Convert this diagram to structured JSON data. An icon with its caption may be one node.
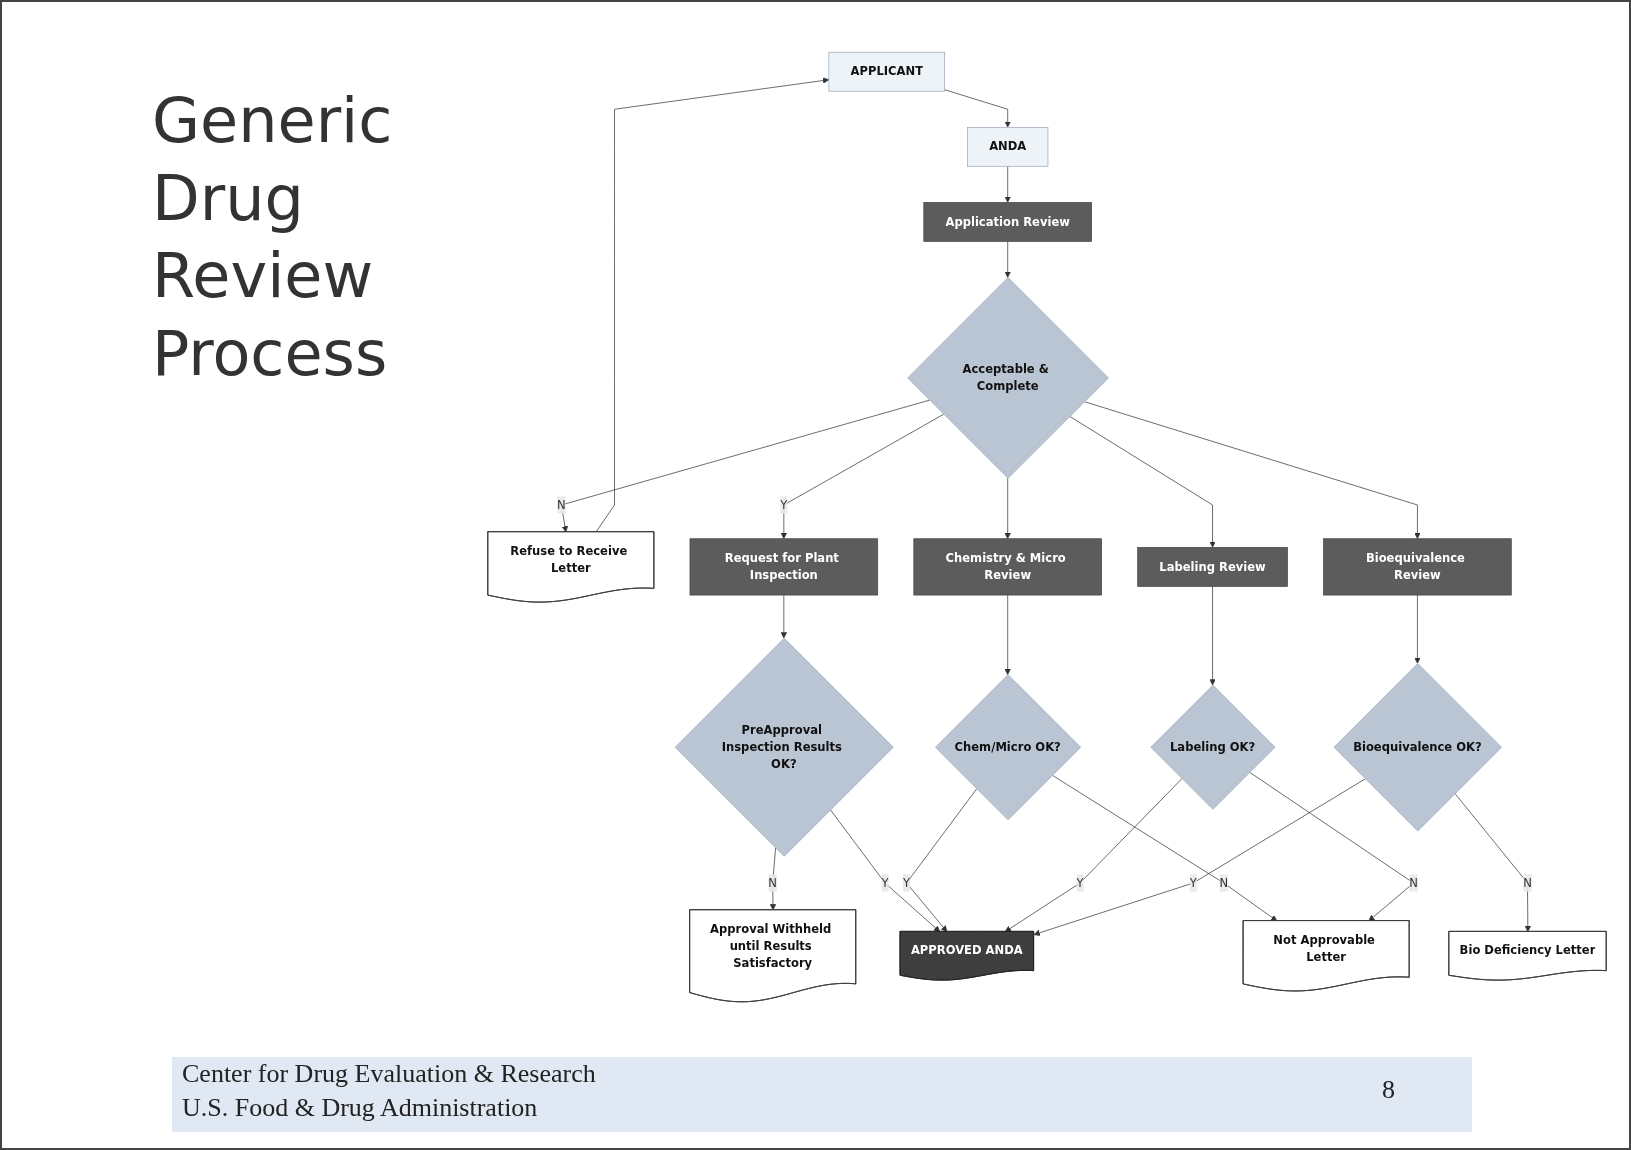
{
  "diagram": {
    "title": "Generic Drug Review Process",
    "nodes": [
      {
        "text": [
          "APPLICANT"
        ]
      },
      {
        "text": [
          "ANDA"
        ]
      },
      {
        "text": [
          "Application Review"
        ]
      },
      {
        "text": [
          "Acceptable & Complete"
        ]
      },
      {
        "text": [
          "Refuse to Receive Letter"
        ]
      },
      {
        "text": [
          "Request for Plant Inspection"
        ]
      },
      {
        "text": [
          "Chemistry & Micro Review"
        ]
      },
      {
        "text": [
          "Labeling Review"
        ]
      },
      {
        "text": [
          "Bioequivalence Review"
        ]
      },
      {
        "text": [
          "PreApproval Inspection Results OK?"
        ]
      },
      {
        "text": [
          "Chem/Micro OK?"
        ]
      },
      {
        "text": [
          "Labeling OK?"
        ]
      },
      {
        "text": [
          "Bioequivalence OK?"
        ]
      },
      {
        "text": [
          "Approval Withheld until Results Satisfactory"
        ]
      },
      {
        "text": [
          "APPROVED ANDA"
        ]
      },
      {
        "text": [
          "Not Approvable Letter"
        ]
      },
      {
        "text": [
          "Bio Deficiency Letter"
        ]
      }
    ],
    "edges": [
      {
        "from": 0,
        "to": 1,
        "arrow": "to"
      },
      {
        "from": 1,
        "to": 2,
        "arrow": "to"
      },
      {
        "from": 2,
        "to": 3,
        "arrow": "to"
      },
      {
        "from": 3,
        "to": 4,
        "arrow": "to",
        "label": "N"
      },
      {
        "from": 4,
        "to": 0,
        "arrow": "to"
      },
      {
        "from": 3,
        "to": 5,
        "arrow": "to",
        "label": "Y"
      },
      {
        "from": 3,
        "to": 6,
        "arrow": "to"
      },
      {
        "from": 3,
        "to": 7,
        "arrow": "to"
      },
      {
        "from": 3,
        "to": 8,
        "arrow": "to"
      },
      {
        "from": 5,
        "to": 9,
        "arrow": "to"
      },
      {
        "from": 6,
        "to": 10,
        "arrow": "to"
      },
      {
        "from": 7,
        "to": 11,
        "arrow": "to"
      },
      {
        "from": 8,
        "to": 12,
        "arrow": "to"
      },
      {
        "from": 9,
        "to": 13,
        "arrow": "to",
        "label": "N"
      },
      {
        "from": 9,
        "to": 14,
        "arrow": "to",
        "label": "Y"
      },
      {
        "from": 10,
        "to": 14,
        "arrow": "to",
        "label": "Y"
      },
      {
        "from": 11,
        "to": 14,
        "arrow": "to",
        "label": "Y"
      },
      {
        "from": 12,
        "to": 14,
        "arrow": "to",
        "label": "Y"
      },
      {
        "from": 10,
        "to": 15,
        "arrow": "to",
        "label": "N"
      },
      {
        "from": 11,
        "to": 15,
        "arrow": "to",
        "label": "N"
      },
      {
        "from": 12,
        "to": 16,
        "arrow": "to",
        "label": "N"
      }
    ],
    "labels": [
      "Center for Drug Evaluation & Research",
      "U.S. Food & Drug Administration",
      "8"
    ]
  }
}
